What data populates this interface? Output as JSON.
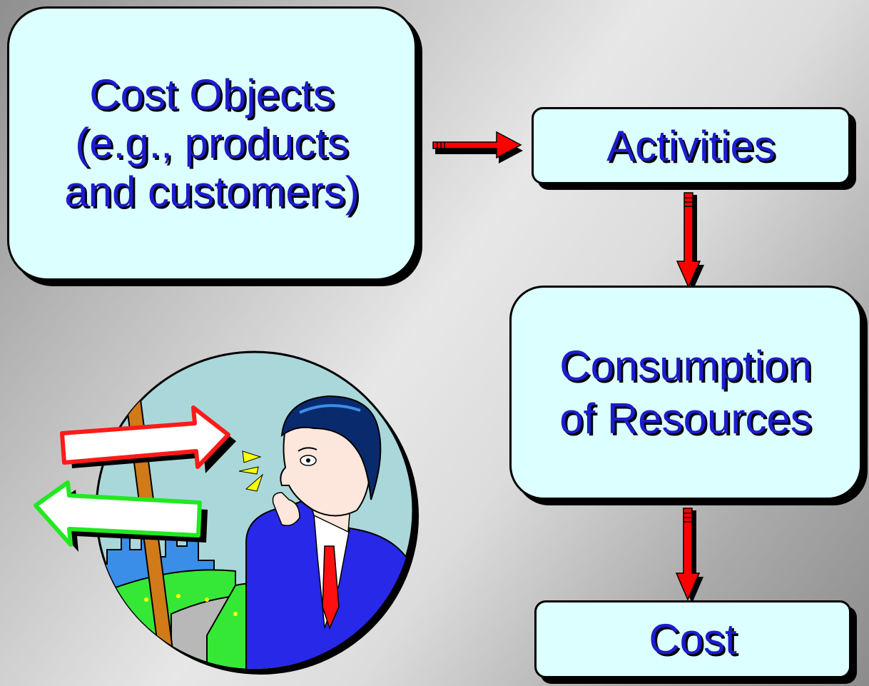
{
  "diagram": {
    "cost_objects": {
      "line1": "Cost Objects",
      "line2": "(e.g., products",
      "line3": "and customers)"
    },
    "activities": "Activities",
    "consumption": {
      "line1": "Consumption",
      "line2": "of Resources"
    },
    "cost": "Cost"
  },
  "colors": {
    "box_fill": "#dcffff",
    "text": "#1c1ccc",
    "arrow": "#ff0000",
    "background": "#c8c8c8"
  },
  "icons": [
    "right-arrow-icon",
    "down-arrow-icon",
    "businessman-signpost-clipart-icon"
  ]
}
